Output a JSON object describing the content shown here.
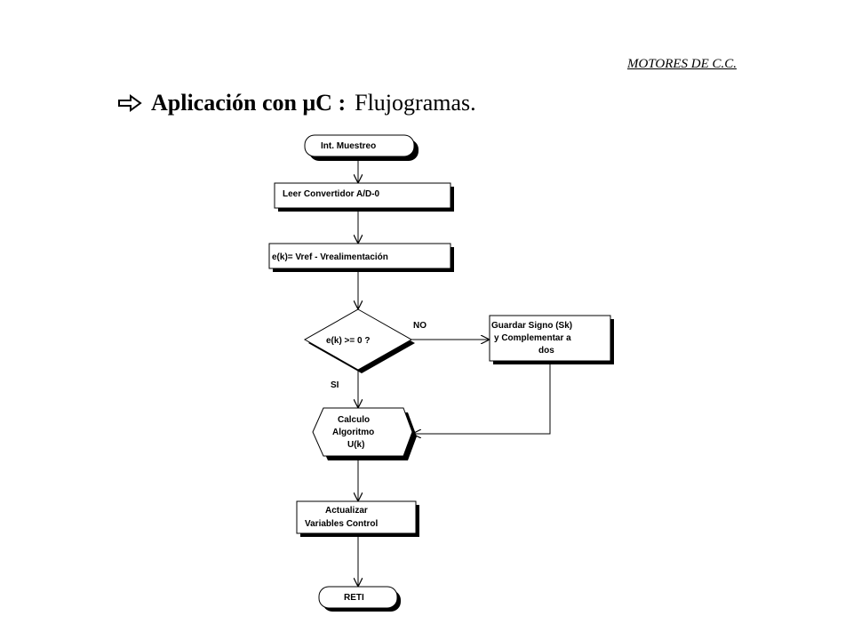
{
  "header": {
    "label": "MOTORES DE C.C."
  },
  "title": {
    "arrow_icon": "outline-right-arrow-icon",
    "main_bold": "Aplicación con μC :",
    "main_plain": "Flujogramas."
  },
  "flowchart": {
    "nodes": {
      "start": {
        "label": "Int. Muestreo"
      },
      "read_adc": {
        "label": "Leer Convertidor A/D-0"
      },
      "error_calc": {
        "label": "e(k)= Vref - Vrealimentación"
      },
      "decision": {
        "label": "e(k) >= 0  ?"
      },
      "save_sign": {
        "lines": [
          "Guardar Signo (Sk)",
          "y Complementar a",
          "dos"
        ]
      },
      "algorithm": {
        "lines": [
          "Calculo",
          "Algoritmo",
          "U(k)"
        ]
      },
      "update": {
        "lines": [
          "Actualizar",
          "Variables Control"
        ]
      },
      "end": {
        "label": "RETI"
      }
    },
    "edge_labels": {
      "no": "NO",
      "yes": "SI"
    },
    "colors": {
      "stroke": "#000000",
      "shadow": "#000000",
      "background": "#ffffff"
    }
  }
}
